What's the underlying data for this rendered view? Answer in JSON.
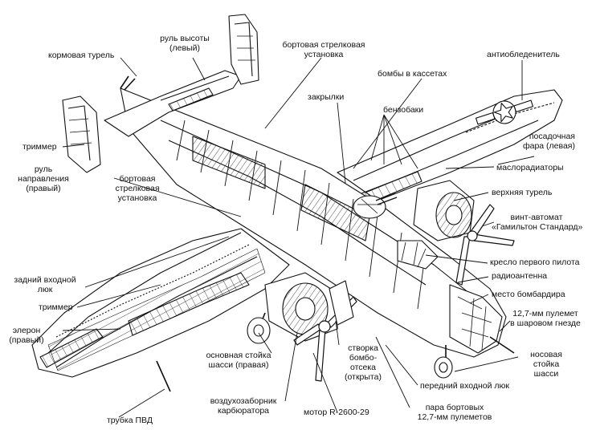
{
  "labels": {
    "kormovaya_turel": "кормовая турель",
    "rul_vysoty": "руль высоты\n(левый)",
    "bortovaya_verh": "бортовая стрелковая\nустановка",
    "antiobled": "антиобледенитель",
    "bomby": "бомбы в кассетах",
    "zakrylki": "закрылки",
    "benzobaki": "бензобаки",
    "posadochnaya_fara": "посадочная\nфара (левая)",
    "maslorad": "маслорадиаторы",
    "trimmer_top": "триммер",
    "rul_napr": "руль\nнаправления\n(правый)",
    "bortovaya_niz": "бортовая\nстрелковая\nустановка",
    "verhnyaya_turel": "верхняя турель",
    "vint": "винт-автомат\n«Гамильтон Стандард»",
    "kreslo": "кресло первого пилота",
    "radioantenna": "радиоантенна",
    "zadniy_lyuk": "задний входной\nлюк",
    "mesto_bomb": "место бомбардира",
    "trimmer_bottom": "триммер",
    "pulemet_12": "12,7-мм пулемет\nв шаровом гнезде",
    "eleron": "элерон\n(правый)",
    "nosovaya_stoyka": "носовая\nстойка\nшасси",
    "osnovnaya_stoyka": "основная стойка\nшасси (правая)",
    "stvorka": "створка\nбомбо-\nотсека\n(открыта)",
    "peredniy_lyuk": "передний входной люк",
    "vozduhozabornik": "воздухозаборник\nкарбюратора",
    "motor": "мотор R-2600-29",
    "para_bortovyh": "пара бортовых\n12,7-мм пулеметов",
    "trubka_pvd": "трубка ПВД"
  }
}
